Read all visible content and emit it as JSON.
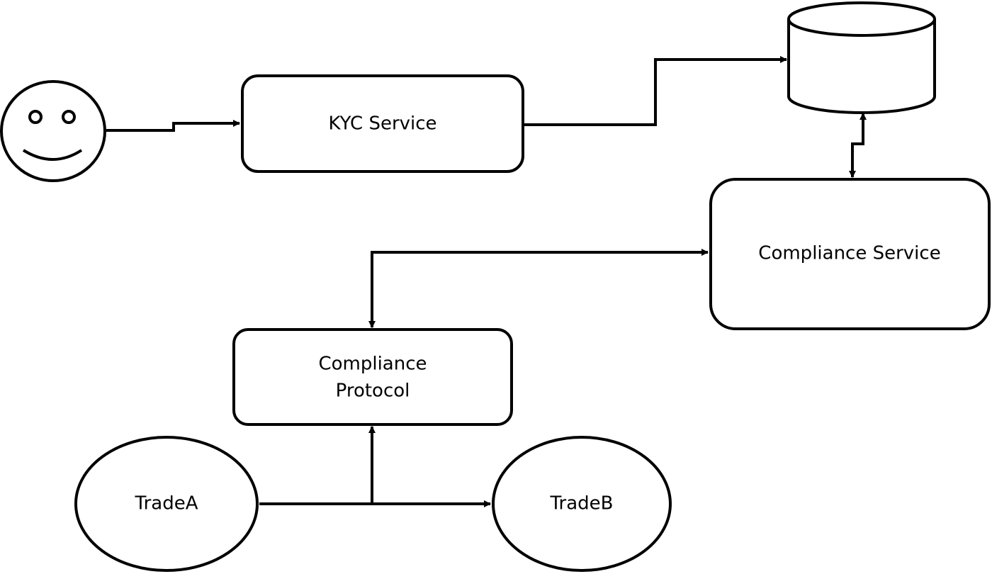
{
  "diagram": {
    "nodes": {
      "user": {
        "shape": "smiley-face",
        "icon": "user-smiley-icon"
      },
      "kyc_service": {
        "shape": "rounded-rect",
        "label": "KYC Service"
      },
      "database": {
        "shape": "cylinder",
        "icon": "database-icon"
      },
      "compliance_service": {
        "shape": "rounded-rect",
        "label": "Compliance Service"
      },
      "compliance_protocol": {
        "shape": "rounded-rect",
        "label_lines": [
          "Compliance",
          "Protocol"
        ]
      },
      "trade_a": {
        "shape": "ellipse",
        "label": "TradeA"
      },
      "trade_b": {
        "shape": "ellipse",
        "label": "TradeB"
      }
    },
    "edges": [
      {
        "from": "user",
        "to": "kyc_service",
        "direction": "forward"
      },
      {
        "from": "kyc_service",
        "to": "database",
        "direction": "forward"
      },
      {
        "from": "database",
        "to": "compliance_service",
        "direction": "both"
      },
      {
        "from": "compliance_protocol",
        "to": "compliance_service",
        "direction": "both"
      },
      {
        "from": "trade_a",
        "to": "trade_b",
        "direction": "forward"
      },
      {
        "from": "trade_a",
        "to": "compliance_protocol",
        "direction": "forward"
      }
    ],
    "colors": {
      "stroke": "#000000",
      "fill": "#ffffff"
    }
  }
}
